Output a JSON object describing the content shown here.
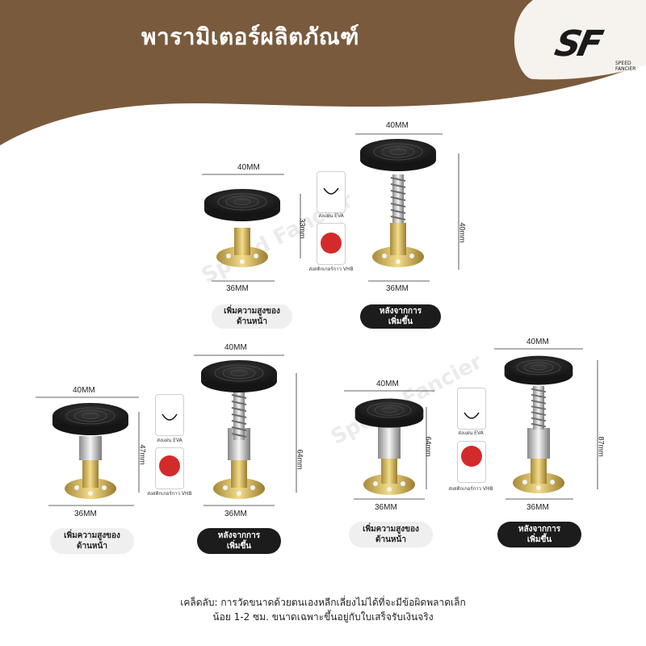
{
  "header": {
    "title": "พารามิเตอร์ผลิตภัณฑ์",
    "logo_letters": "SF",
    "logo_sub_line1": "SPEED",
    "logo_sub_line2": "FANCIER",
    "banner_color": "#7a5a3c"
  },
  "watermark": "Speed Fancier",
  "groups": [
    {
      "top_width": "40MM",
      "height": "33mm",
      "base_width": "36MM",
      "pill_label_line1": "เพิ่มความสูงของ",
      "pill_label_line2": "ด้านหน้า",
      "eva_label": "ส่งแผ่น EVA",
      "vhb_label": "ส่งสติกเกอร์กาว VHB",
      "after": {
        "top_width": "40MM",
        "height": "40mm",
        "base_width": "36MM",
        "pill_label_line1": "หลังจากการ",
        "pill_label_line2": "เพิ่มขึ้น"
      }
    },
    {
      "top_width": "40MM",
      "height": "47mm",
      "base_width": "36MM",
      "pill_label_line1": "เพิ่มความสูงของ",
      "pill_label_line2": "ด้านหน้า",
      "eva_label": "ส่งแผ่น EVA",
      "vhb_label": "ส่งสติกเกอร์กาว VHB",
      "after": {
        "top_width": "40MM",
        "height": "64mm",
        "base_width": "36MM",
        "pill_label_line1": "หลังจากการ",
        "pill_label_line2": "เพิ่มขึ้น"
      }
    },
    {
      "top_width": "40MM",
      "height": "64mm",
      "base_width": "36MM",
      "pill_label_line1": "เพิ่มความสูงของ",
      "pill_label_line2": "ด้านหน้า",
      "eva_label": "ส่งแผ่น EVA",
      "vhb_label": "ส่งสติกเกอร์กาว VHB",
      "after": {
        "top_width": "40MM",
        "height": "87mm",
        "base_width": "36MM",
        "pill_label_line1": "หลังจากการ",
        "pill_label_line2": "เพิ่มขึ้น"
      }
    }
  ],
  "note": {
    "line1": "เคล็ดลับ: การวัดขนาดด้วยตนเองหลีกเลี่ยงไม่ได้ที่จะมีข้อผิดพลาดเล็ก",
    "line2": "น้อย 1-2 ซม. ขนาดเฉพาะขึ้นอยู่กับใบเสร็จรับเงินจริง"
  }
}
